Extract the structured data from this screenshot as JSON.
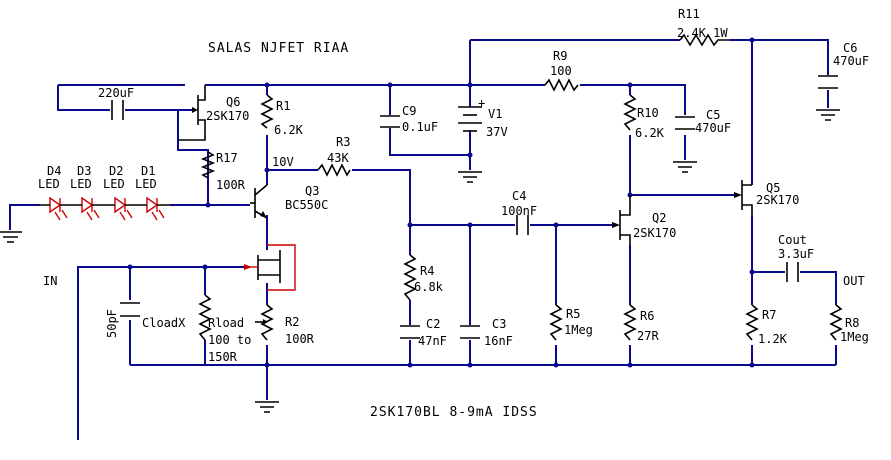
{
  "title": "SALAS NJFET RIAA",
  "footer_note": "2SK170BL 8-9mA IDSS",
  "labels": {
    "in": "IN",
    "out": "OUT"
  },
  "components": {
    "c_in": {
      "value": "220uF"
    },
    "q6": {
      "ref": "Q6",
      "value": "2SK170"
    },
    "r1": {
      "ref": "R1",
      "value": "6.2K"
    },
    "r17": {
      "ref": "R17",
      "value": "100R"
    },
    "node_voltage": "10V",
    "r3": {
      "ref": "R3",
      "value": "43K"
    },
    "q3": {
      "ref": "Q3",
      "value": "BC550C"
    },
    "c9": {
      "ref": "C9",
      "value": "0.1uF"
    },
    "v1": {
      "ref": "V1",
      "value": "37V"
    },
    "r9": {
      "ref": "R9",
      "value": "100"
    },
    "r11": {
      "ref": "R11",
      "value": "2.4K 1W"
    },
    "c6": {
      "ref": "C6",
      "value": "470uF"
    },
    "r10": {
      "ref": "R10",
      "value": "6.2K"
    },
    "c5": {
      "ref": "C5",
      "value": "470uF"
    },
    "c4": {
      "ref": "C4",
      "value": "100nF"
    },
    "q2": {
      "ref": "Q2",
      "value": "2SK170"
    },
    "q5": {
      "ref": "Q5",
      "value": "2SK170"
    },
    "cout": {
      "ref": "Cout",
      "value": "3.3uF"
    },
    "r4": {
      "ref": "R4",
      "value": "6.8k"
    },
    "c2": {
      "ref": "C2",
      "value": "47nF"
    },
    "c3": {
      "ref": "C3",
      "value": "16nF"
    },
    "r5": {
      "ref": "R5",
      "value": "1Meg"
    },
    "r6": {
      "ref": "R6",
      "value": "27R"
    },
    "r7": {
      "ref": "R7",
      "value": "1.2K"
    },
    "r8": {
      "ref": "R8",
      "value": "1Meg"
    },
    "r2": {
      "ref": "R2",
      "value": "100R"
    },
    "c_50p": {
      "value": "50pF"
    },
    "cloadx": {
      "value": "CloadX"
    },
    "rload": {
      "ref": "Rload",
      "value_line1": "100 to",
      "value_line2": "150R"
    },
    "leds": [
      "D4",
      "D3",
      "D2",
      "D1"
    ],
    "led_label": "LED"
  },
  "colors": {
    "wire": "#0a0a8c",
    "symbol": "#000000",
    "highlight": "#cc0000"
  }
}
